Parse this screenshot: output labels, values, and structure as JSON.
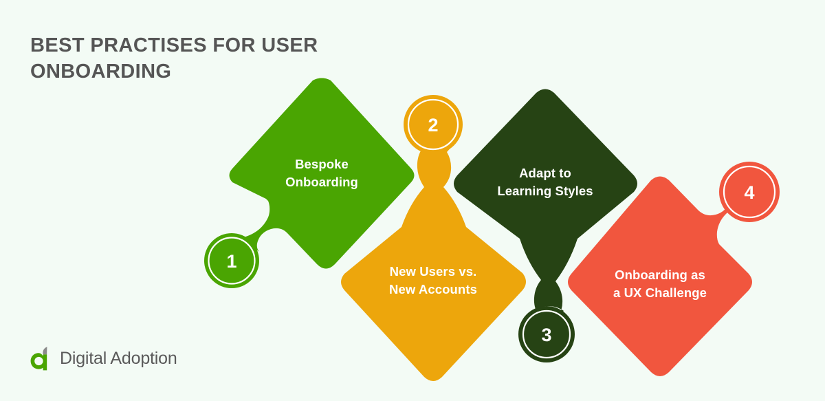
{
  "page": {
    "background_color": "#f3fbf5",
    "title": "BEST PRACTISES FOR USER ONBOARDING",
    "title_color": "#555555"
  },
  "brand": {
    "name": "Digital Adoption",
    "mark_color": "#4aa502",
    "leaf_color": "#8a8a8a",
    "text_color": "#5a5a5a"
  },
  "colors": {
    "green": "#4aa502",
    "orange": "#eda60c",
    "dark_green": "#264314",
    "coral": "#f1563e",
    "white": "#ffffff"
  },
  "steps": [
    {
      "number": "1",
      "label_line1": "Bespoke",
      "label_line2": "Onboarding",
      "color": "#4aa502",
      "badge_position": "bottom-left"
    },
    {
      "number": "2",
      "label_line1": "New Users vs.",
      "label_line2": "New Accounts",
      "color": "#eda60c",
      "badge_position": "top"
    },
    {
      "number": "3",
      "label_line1": "Adapt to",
      "label_line2": "Learning Styles",
      "color": "#264314",
      "badge_position": "bottom"
    },
    {
      "number": "4",
      "label_line1": "Onboarding as",
      "label_line2": "a UX Challenge",
      "color": "#f1563e",
      "badge_position": "top-right"
    }
  ]
}
